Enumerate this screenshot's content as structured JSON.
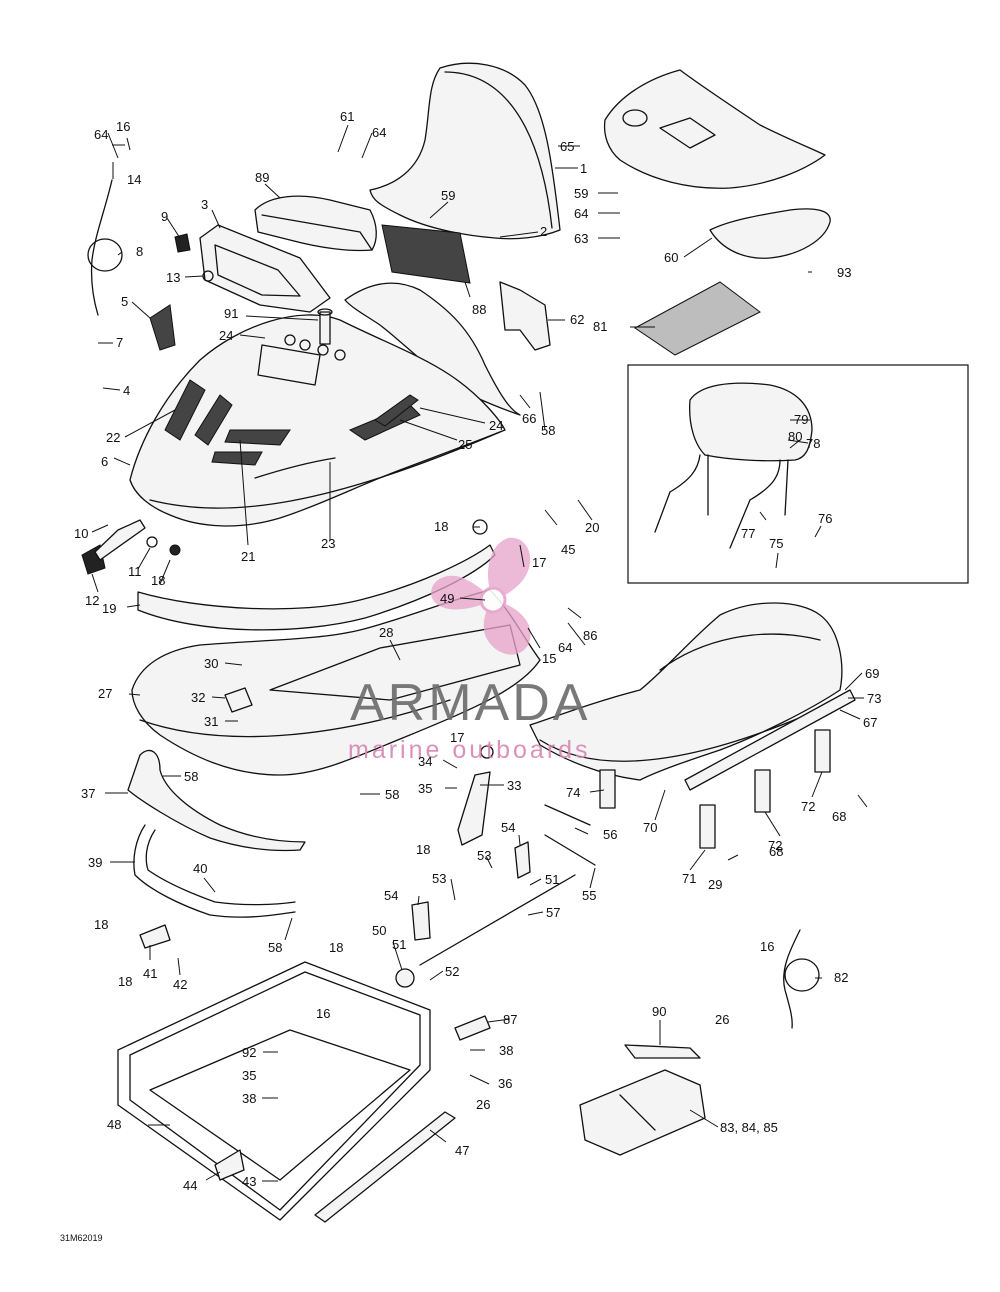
{
  "watermark": {
    "brand": "ARMADA",
    "tagline": "marine outboards",
    "logo_color": "#e6a3c9",
    "tagline_color": "#d787b4"
  },
  "diagram_code": "31M62019",
  "callouts": [
    "1",
    "2",
    "3",
    "4",
    "5",
    "6",
    "7",
    "8",
    "9",
    "10",
    "11",
    "12",
    "13",
    "14",
    "15",
    "16",
    "17",
    "18",
    "19",
    "20",
    "21",
    "22",
    "23",
    "24",
    "25",
    "26",
    "27",
    "28",
    "29",
    "30",
    "31",
    "32",
    "33",
    "34",
    "35",
    "36",
    "37",
    "38",
    "39",
    "40",
    "41",
    "42",
    "43",
    "44",
    "45",
    "47",
    "48",
    "49",
    "50",
    "51",
    "52",
    "53",
    "54",
    "55",
    "56",
    "57",
    "58",
    "59",
    "60",
    "61",
    "62",
    "63",
    "64",
    "65",
    "66",
    "67",
    "68",
    "69",
    "70",
    "71",
    "72",
    "73",
    "74",
    "75",
    "76",
    "77",
    "78",
    "79",
    "80",
    "81",
    "82",
    "86",
    "87",
    "88",
    "89",
    "90",
    "91",
    "92",
    "93",
    "83, 84, 85"
  ]
}
